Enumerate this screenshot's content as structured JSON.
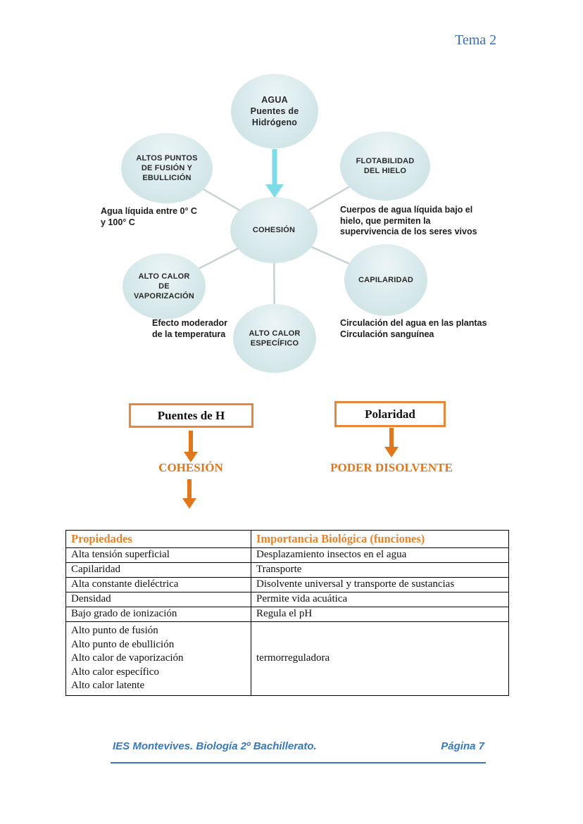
{
  "page": {
    "tag": "Tema 2"
  },
  "diagram": {
    "nodes": {
      "agua": {
        "label": "AGUA\nPuentes de\nHidrógeno"
      },
      "altos_puntos": {
        "label": "ALTOS PUNTOS\nDE FUSIÓN Y\nEBULLICIÓN"
      },
      "flotabilidad": {
        "label": "FLOTABILIDAD\nDEL HIELO"
      },
      "cohesion": {
        "label": "COHESIÓN"
      },
      "vaporizacion": {
        "label": "ALTO CALOR\nDE\nVAPORIZACIÓN"
      },
      "capilaridad": {
        "label": "CAPILARIDAD"
      },
      "especifico": {
        "label": "ALTO CALOR\nESPECÍFICO"
      }
    },
    "annotations": {
      "fusion_note": "Agua líquida entre 0° C\ny 100° C",
      "hielo_note": "Cuerpos de agua líquida bajo el\nhielo, que permiten la\nsupervivencia de los seres vivos",
      "temperatura_note": "Efecto moderador\nde la temperatura",
      "capilaridad_note": "Circulación del agua en las plantas\nCirculación sanguínea"
    }
  },
  "flow": {
    "puentes_box": "Puentes de H",
    "polaridad_box": "Polaridad",
    "cohesion_label": "COHESIÓN",
    "poder_label": "PODER DISOLVENTE"
  },
  "table": {
    "headers": [
      "Propiedades",
      "Importancia Biológica (funciones)"
    ],
    "rows": [
      [
        "Alta tensión superficial",
        "Desplazamiento insectos en el agua"
      ],
      [
        "Capilaridad",
        "Transporte"
      ],
      [
        "Alta constante dieléctrica",
        "Disolvente universal y transporte de sustancias"
      ],
      [
        "Densidad",
        "Permite vida acuática"
      ],
      [
        "Bajo grado de ionización",
        "Regula el pH"
      ],
      [
        "Alto punto de fusión\nAlto punto de ebullición\nAlto calor de vaporización\nAlto calor específico\nAlto calor latente",
        "termorreguladora"
      ]
    ]
  },
  "footer": {
    "left": "IES Montevives. Biología 2º Bachillerato.",
    "right": "Página 7"
  },
  "colors": {
    "accent_orange": "#e2761b",
    "box_border_orange": "#e8863a",
    "table_header_orange": "#e8832c",
    "header_blue": "#3a6db8",
    "footer_blue": "#3878bc",
    "arrow_cyan": "#7edce8",
    "connector_gray": "#c9d3d3"
  }
}
